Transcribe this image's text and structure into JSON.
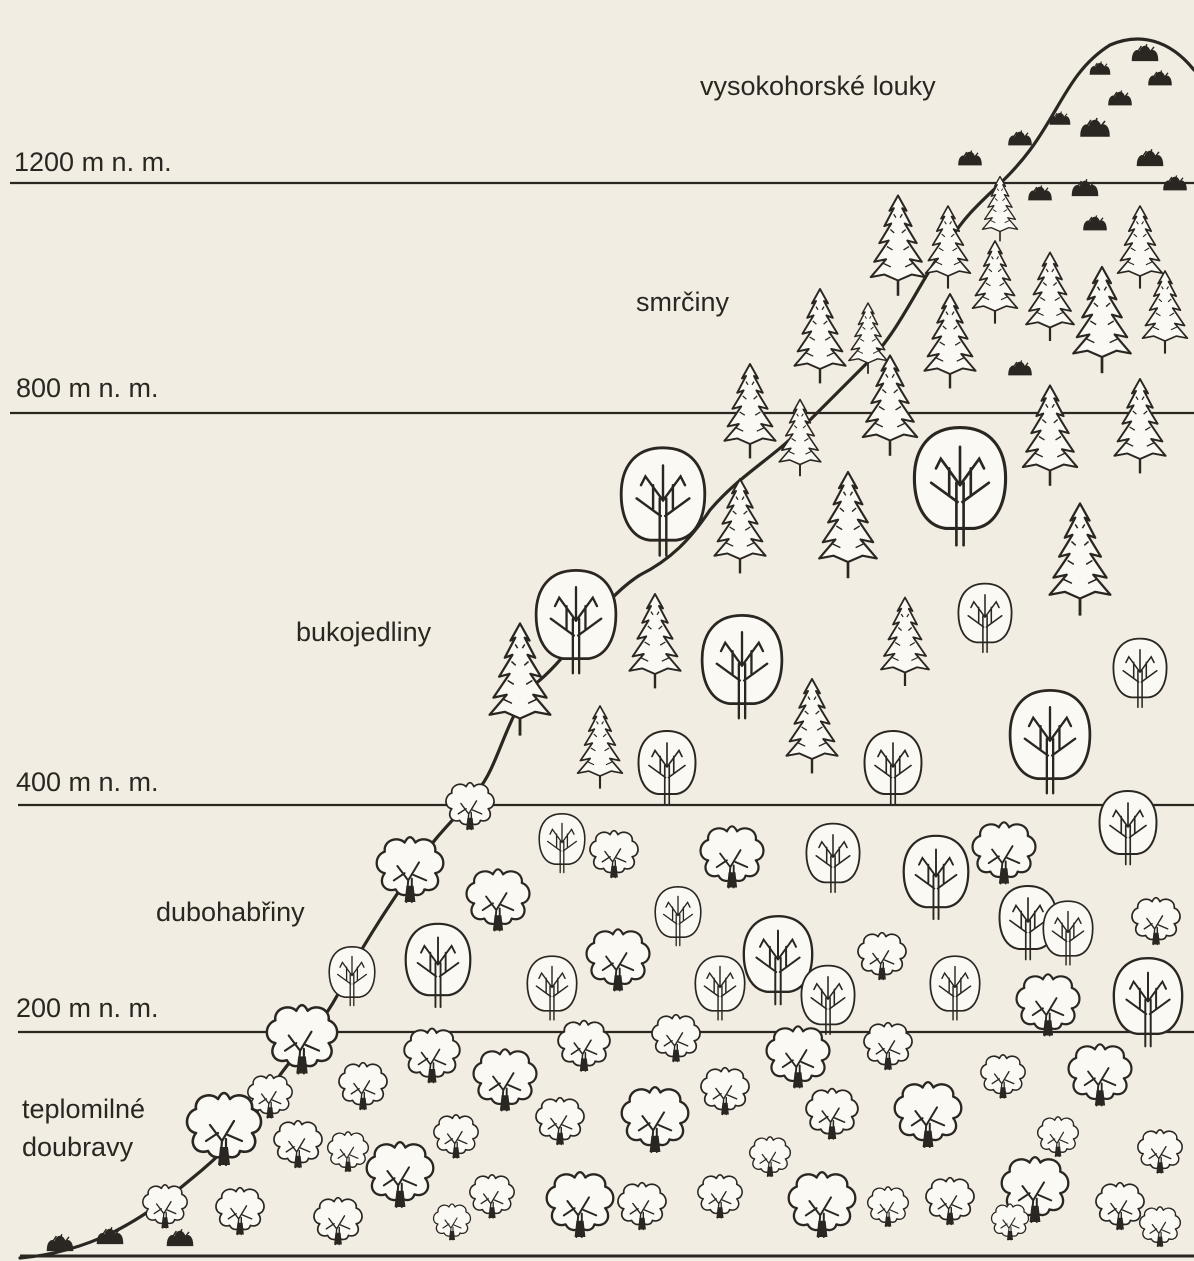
{
  "altitude_lines": [
    {
      "label": "1200 m n. m."
    },
    {
      "label": "800 m n. m."
    },
    {
      "label": "400 m n. m."
    },
    {
      "label": "200 m n. m."
    }
  ],
  "zones": [
    {
      "name": "vysokohorské louky"
    },
    {
      "name": "smrčiny"
    },
    {
      "name": "bukojedliny"
    },
    {
      "name": "dubohabřiny"
    },
    {
      "name": "teplomilné\ndoubravy"
    }
  ],
  "colors": {
    "background": "#f1ede2",
    "ink": "#2a2622",
    "tree_fill": "#fbf9f3"
  },
  "icons": [
    "conifer-tree-icon",
    "beech-tree-icon",
    "oak-tree-icon",
    "meadow-shrub-icon"
  ]
}
